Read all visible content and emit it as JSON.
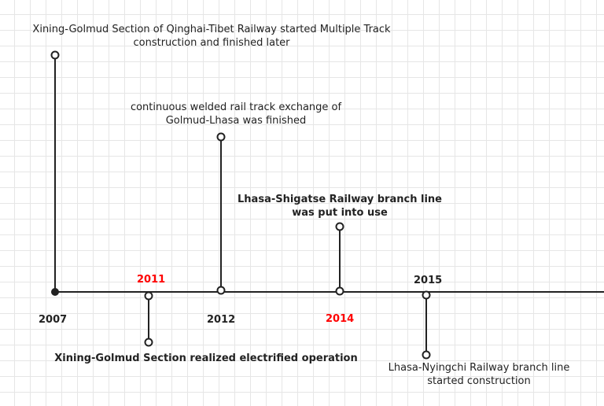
{
  "colors": {
    "line": "#222222",
    "highlight_year": "#ff0000",
    "normal_year": "#222222",
    "grid": "#e6e6e6"
  },
  "years": {
    "y2007": "2007",
    "y2011": "2011",
    "y2012": "2012",
    "y2014": "2014",
    "y2015": "2015"
  },
  "events": {
    "e2007": {
      "line1": "Xining-Golmud Section of Qinghai-Tibet Railway started Multiple Track",
      "line2": "construction and finished later"
    },
    "e2011": {
      "line1": "Xining-Golmud Section realized electrified operation"
    },
    "e2012": {
      "line1": "continuous welded rail track exchange of",
      "line2": "Golmud-Lhasa was finished"
    },
    "e2014": {
      "line1": "Lhasa-Shigatse Railway branch line",
      "line2": "was put into use"
    },
    "e2015": {
      "line1": "Lhasa-Nyingchi Railway branch line",
      "line2": "started construction"
    }
  }
}
